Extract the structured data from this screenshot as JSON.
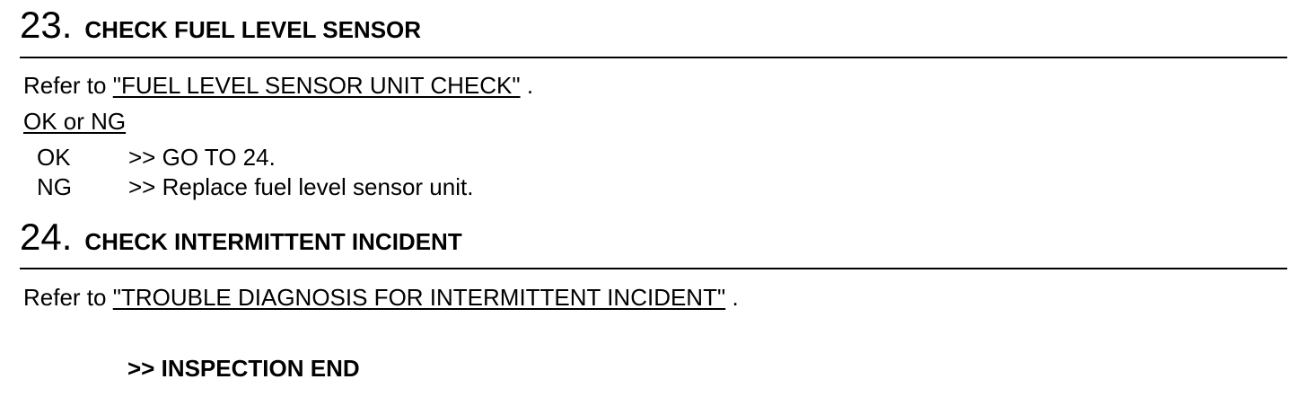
{
  "step23": {
    "number": "23.",
    "title": "CHECK FUEL LEVEL SENSOR",
    "refer_prefix": "Refer to",
    "refer_link": "\"FUEL LEVEL SENSOR UNIT CHECK\"",
    "refer_suffix": ".",
    "ok_ng_label": "OK or NG",
    "results": [
      {
        "code": "OK",
        "action": ">> GO TO 24."
      },
      {
        "code": "NG",
        "action": ">> Replace fuel level sensor unit."
      }
    ]
  },
  "step24": {
    "number": "24.",
    "title": "CHECK INTERMITTENT INCIDENT",
    "refer_prefix": "Refer to",
    "refer_link": "\"TROUBLE DIAGNOSIS FOR INTERMITTENT INCIDENT\"",
    "refer_suffix": ".",
    "end_text": ">> INSPECTION END"
  }
}
